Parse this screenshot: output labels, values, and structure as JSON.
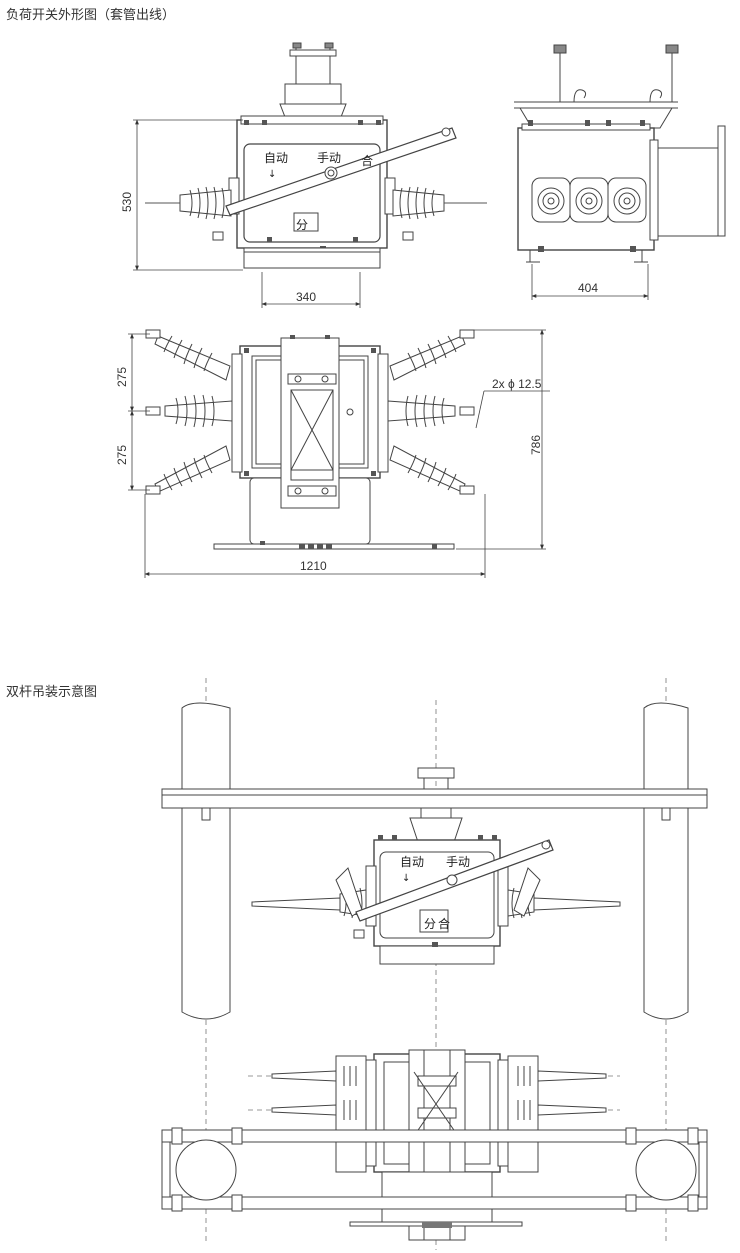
{
  "captions": {
    "outline": "负荷开关外形图（套管出线）",
    "install": "双杆吊装示意图"
  },
  "front_view": {
    "label_auto": "自动",
    "label_manual": "手动",
    "label_close": "合",
    "label_open": "分",
    "arrow": "↓",
    "dim_height": "530",
    "dim_base": "340"
  },
  "side_view": {
    "dim_width": "404"
  },
  "top_view": {
    "dim_pitch_1": "275",
    "dim_pitch_2": "275",
    "dim_holes": "2x ϕ 12.5",
    "dim_depth": "786",
    "dim_span": "1210"
  },
  "install_view": {
    "label_auto": "自动",
    "label_manual": "手动",
    "label_open": "分",
    "label_close": "合",
    "arrow": "↓"
  }
}
